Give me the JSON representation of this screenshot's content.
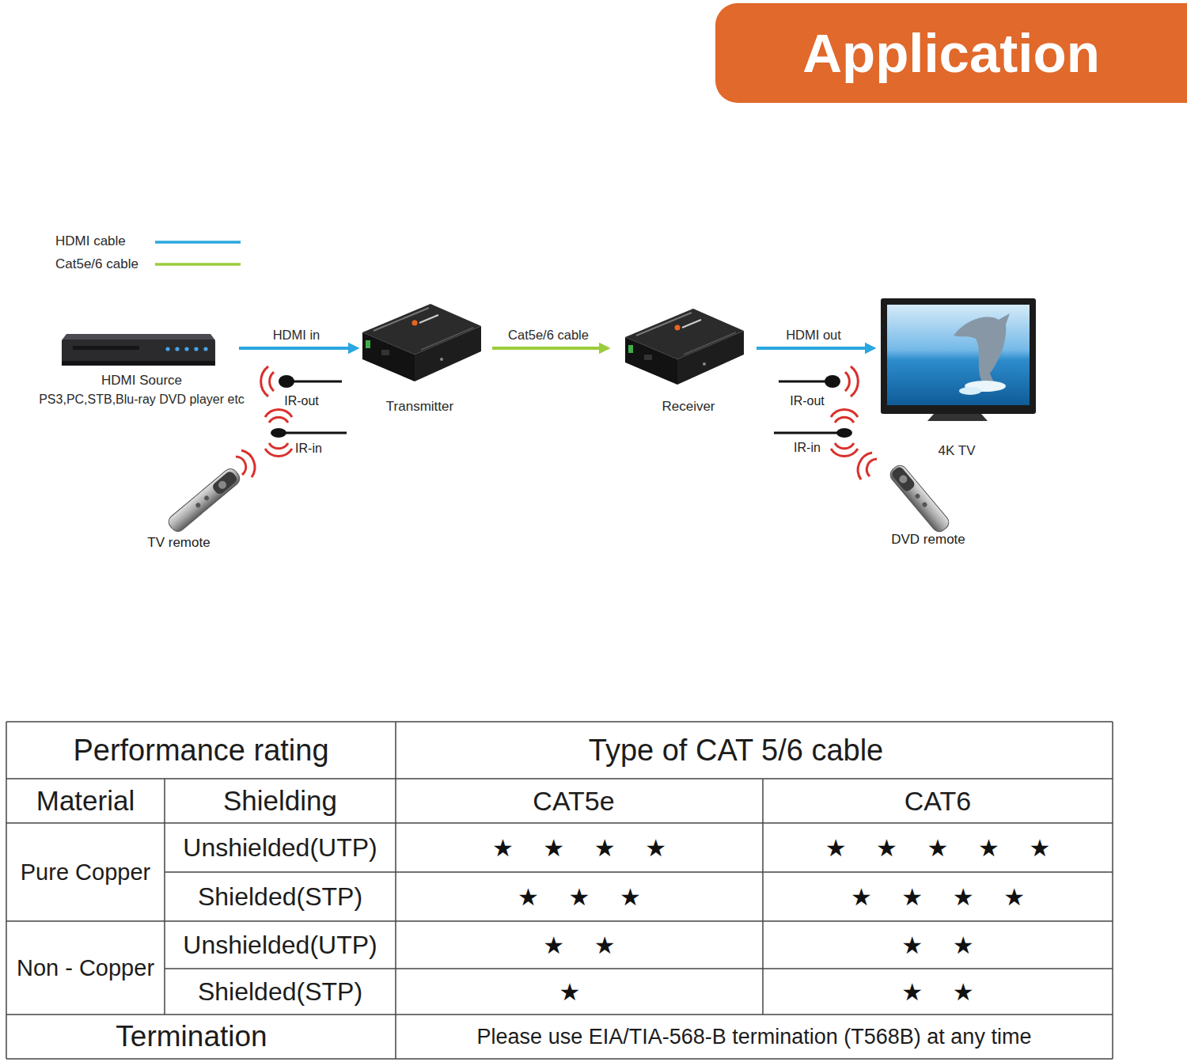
{
  "diagram": {
    "title": "Application",
    "nodes": [
      {
        "text": [
          "HDMI Source",
          "PS3,PC,STB,Blu-ray DVD player etc"
        ]
      },
      {
        "text": [
          "Transmitter"
        ]
      },
      {
        "text": [
          "Receiver"
        ]
      },
      {
        "text": [
          "4K TV"
        ]
      }
    ],
    "edges": [
      {
        "from": 0,
        "to": 1,
        "label": "HDMI in",
        "arrow": "to"
      },
      {
        "from": 1,
        "to": 2,
        "label": "Cat5e/6 cable",
        "arrow": "to"
      },
      {
        "from": 2,
        "to": 3,
        "label": "HDMI out",
        "arrow": "to"
      }
    ],
    "labels": [
      "IR-out",
      "IR-in",
      "TV remote",
      "IR-out",
      "IR-in",
      "DVD remote",
      "Performance rating",
      "Type of CAT 5/6 cable",
      "Material",
      "Shielding",
      "CAT5e",
      "CAT6",
      "Pure Copper",
      "Unshielded(UTP)",
      "★ ★ ★ ★",
      "★ ★ ★ ★ ★",
      "Shielded(STP)",
      "★ ★ ★",
      "★ ★ ★ ★",
      "Non - Copper",
      "Unshielded(UTP)",
      "★ ★",
      "★ ★",
      "Shielded(STP)",
      "★",
      "★ ★",
      "Termination",
      "Please use EIA/TIA-568-B termination (T568B) at any time"
    ],
    "legend": [
      {
        "text": "HDMI cable"
      },
      {
        "text": "Cat5e/6 cable"
      }
    ]
  }
}
